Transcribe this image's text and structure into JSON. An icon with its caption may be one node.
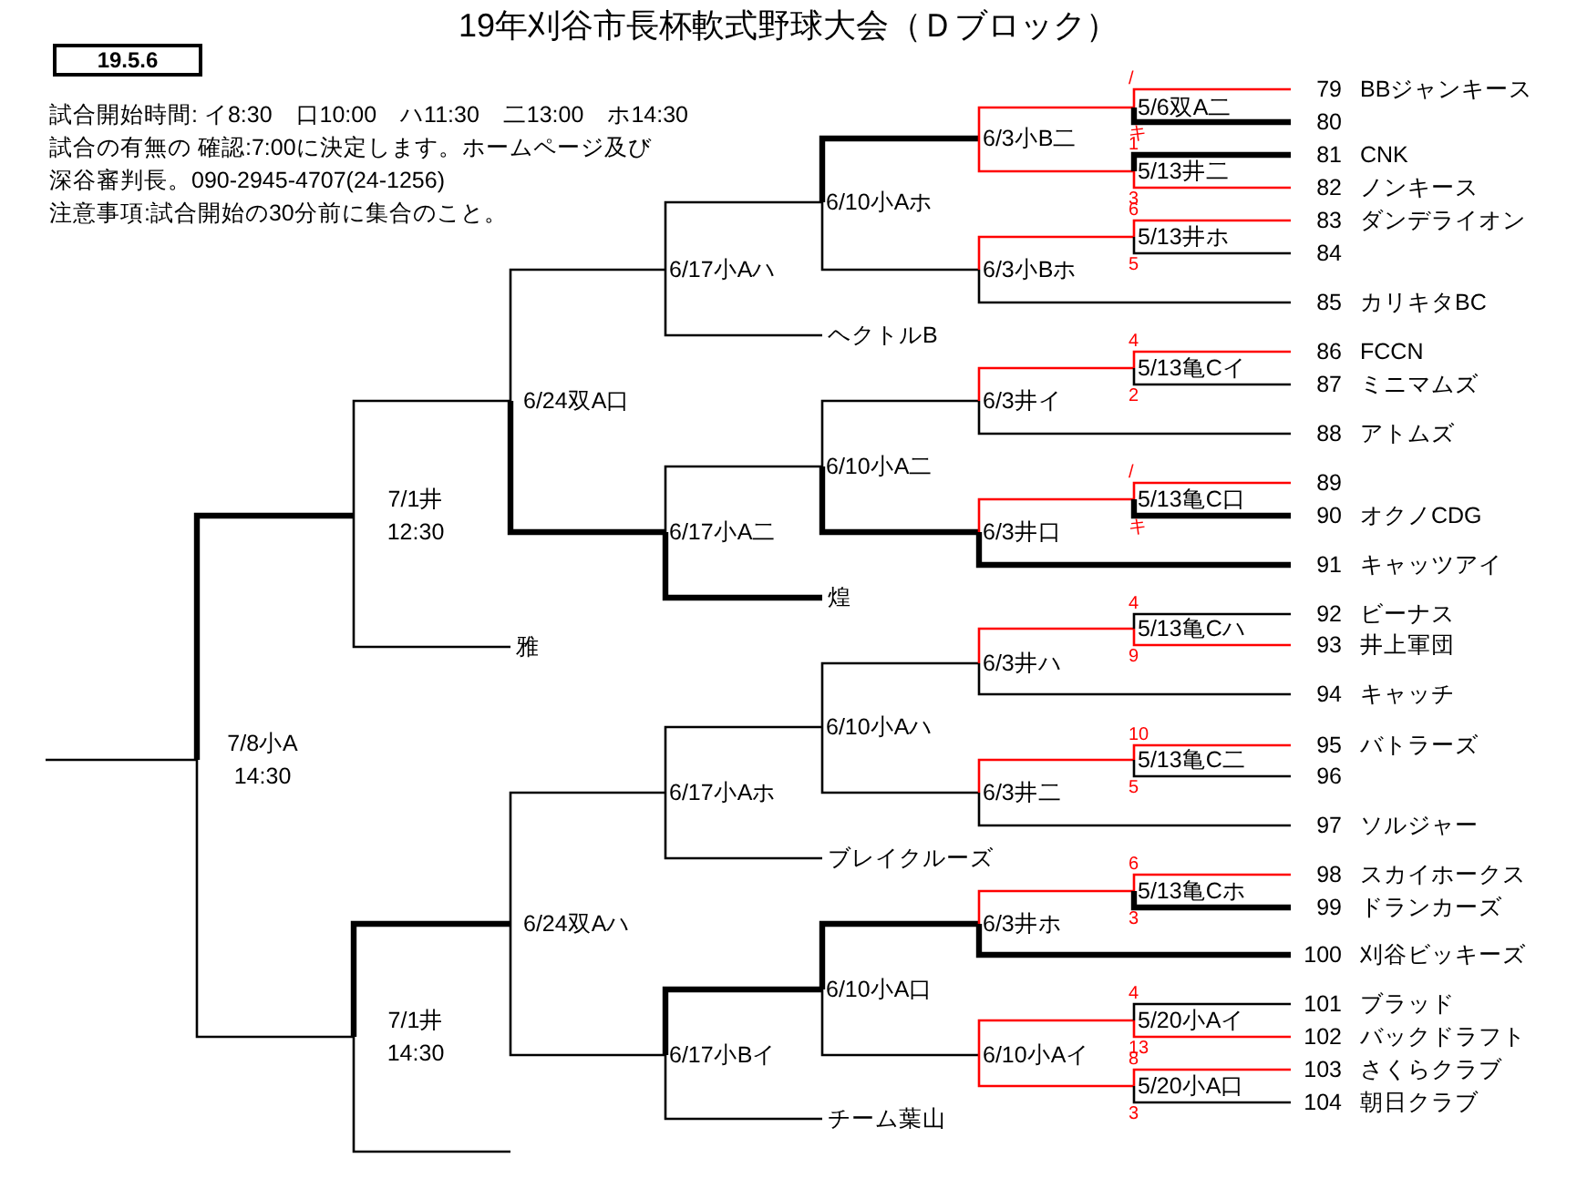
{
  "diagram": {
    "title": "19年刈谷市長杯軟式野球大会（Ｄブロック）",
    "nodes": [
      {
        "text": [
          "7/8小A",
          "14:30"
        ]
      },
      {
        "text": [
          "7/1井",
          "12:30"
        ]
      },
      {
        "text": [
          "6/24双A口"
        ]
      },
      {
        "text": [
          "6/17小Aハ"
        ]
      },
      {
        "text": [
          "6/10小Aホ"
        ]
      },
      {
        "text": [
          "6/3小B二"
        ]
      },
      {
        "text": [
          "5/6双A二"
        ],
        "beside": [
          "/",
          "キ"
        ]
      },
      {
        "text": [
          "79",
          "BBジャンキース"
        ]
      },
      {
        "text": [
          "80"
        ]
      },
      {
        "text": [
          "5/13井二"
        ],
        "beside": [
          "1",
          "3"
        ]
      },
      {
        "text": [
          "81",
          "CNK"
        ]
      },
      {
        "text": [
          "82",
          "ノンキース"
        ]
      },
      {
        "text": [
          "6/3小Bホ"
        ]
      },
      {
        "text": [
          "5/13井ホ"
        ],
        "beside": [
          "6",
          "5"
        ]
      },
      {
        "text": [
          "83",
          "ダンデライオン"
        ]
      },
      {
        "text": [
          "84"
        ]
      },
      {
        "text": [
          "85",
          "カリキタBC"
        ]
      },
      {
        "text": [
          "ヘクトルB"
        ]
      },
      {
        "text": [
          "6/17小A二"
        ]
      },
      {
        "text": [
          "6/10小A二"
        ]
      },
      {
        "text": [
          "6/3井イ"
        ]
      },
      {
        "text": [
          "5/13亀Cイ"
        ],
        "beside": [
          "4",
          "2"
        ]
      },
      {
        "text": [
          "86",
          "FCCN"
        ]
      },
      {
        "text": [
          "87",
          "ミニマムズ"
        ]
      },
      {
        "text": [
          "88",
          "アトムズ"
        ]
      },
      {
        "text": [
          "6/3井口"
        ]
      },
      {
        "text": [
          "5/13亀C口"
        ],
        "beside": [
          "/",
          "キ"
        ]
      },
      {
        "text": [
          "89"
        ]
      },
      {
        "text": [
          "90",
          "オクノCDG"
        ]
      },
      {
        "text": [
          "91",
          "キャッツアイ"
        ]
      },
      {
        "text": [
          "煌"
        ]
      },
      {
        "text": [
          "雅"
        ]
      },
      {
        "text": [
          "7/1井",
          "14:30"
        ]
      },
      {
        "text": [
          "6/24双Aハ"
        ]
      },
      {
        "text": [
          "6/17小Aホ"
        ]
      },
      {
        "text": [
          "6/10小Aハ"
        ]
      },
      {
        "text": [
          "6/3井ハ"
        ]
      },
      {
        "text": [
          "5/13亀Cハ"
        ],
        "beside": [
          "4",
          "9"
        ]
      },
      {
        "text": [
          "92",
          "ビーナス"
        ]
      },
      {
        "text": [
          "93",
          "井上軍団"
        ]
      },
      {
        "text": [
          "94",
          "キャッチ"
        ]
      },
      {
        "text": [
          "6/3井二"
        ]
      },
      {
        "text": [
          "5/13亀C二"
        ],
        "beside": [
          "10",
          "5"
        ]
      },
      {
        "text": [
          "95",
          "バトラーズ"
        ]
      },
      {
        "text": [
          "96"
        ]
      },
      {
        "text": [
          "97",
          "ソルジャー"
        ]
      },
      {
        "text": [
          "ブレイクルーズ"
        ]
      },
      {
        "text": [
          "6/17小Bイ"
        ]
      },
      {
        "text": [
          "6/10小A口"
        ]
      },
      {
        "text": [
          "6/3井ホ"
        ]
      },
      {
        "text": [
          "5/13亀Cホ"
        ],
        "beside": [
          "6",
          "3"
        ]
      },
      {
        "text": [
          "98",
          "スカイホークス"
        ]
      },
      {
        "text": [
          "99",
          "ドランカーズ"
        ]
      },
      {
        "text": [
          "100",
          "刈谷ビッキーズ"
        ]
      },
      {
        "text": [
          "6/10小Aイ"
        ]
      },
      {
        "text": [
          "5/20小Aイ"
        ],
        "beside": [
          "4",
          "13"
        ]
      },
      {
        "text": [
          "101",
          "ブラッド"
        ]
      },
      {
        "text": [
          "102",
          "バックドラフト"
        ]
      },
      {
        "text": [
          "5/20小A口"
        ],
        "beside": [
          "8",
          "3"
        ]
      },
      {
        "text": [
          "103",
          "さくらクラブ"
        ]
      },
      {
        "text": [
          "104",
          "朝日クラブ"
        ]
      },
      {
        "text": [
          "チーム葉山"
        ]
      }
    ],
    "edges": [
      {
        "from": 0,
        "to": null,
        "arrow": "none"
      },
      {
        "from": 1,
        "to": 0,
        "arrow": "none",
        "style": "thick"
      },
      {
        "from": 32,
        "to": 0,
        "arrow": "none"
      },
      {
        "from": 2,
        "to": 1,
        "arrow": "none"
      },
      {
        "from": 31,
        "to": 1,
        "arrow": "none"
      },
      {
        "from": 3,
        "to": 2,
        "arrow": "none"
      },
      {
        "from": 18,
        "to": 2,
        "arrow": "none",
        "style": "thick"
      },
      {
        "from": 4,
        "to": 3,
        "arrow": "none"
      },
      {
        "from": 17,
        "to": 3,
        "arrow": "none"
      },
      {
        "from": 5,
        "to": 4,
        "arrow": "none",
        "style": "thick"
      },
      {
        "from": 12,
        "to": 4,
        "arrow": "none"
      },
      {
        "from": 6,
        "to": 5,
        "arrow": "none",
        "color": "#ff0000"
      },
      {
        "from": 9,
        "to": 5,
        "arrow": "none",
        "color": "#ff0000"
      },
      {
        "from": 7,
        "to": 6,
        "arrow": "none",
        "color": "#ff0000"
      },
      {
        "from": 8,
        "to": 6,
        "arrow": "none",
        "style": "thick"
      },
      {
        "from": 10,
        "to": 9,
        "arrow": "none",
        "style": "thick"
      },
      {
        "from": 11,
        "to": 9,
        "arrow": "none",
        "color": "#ff0000"
      },
      {
        "from": 13,
        "to": 12,
        "arrow": "none",
        "color": "#ff0000"
      },
      {
        "from": 16,
        "to": 12,
        "arrow": "none"
      },
      {
        "from": 14,
        "to": 13,
        "arrow": "none",
        "color": "#ff0000"
      },
      {
        "from": 15,
        "to": 13,
        "arrow": "none"
      },
      {
        "from": 19,
        "to": 18,
        "arrow": "none"
      },
      {
        "from": 30,
        "to": 18,
        "arrow": "none",
        "style": "thick"
      },
      {
        "from": 20,
        "to": 19,
        "arrow": "none"
      },
      {
        "from": 25,
        "to": 19,
        "arrow": "none",
        "style": "thick"
      },
      {
        "from": 21,
        "to": 20,
        "arrow": "none",
        "color": "#ff0000"
      },
      {
        "from": 24,
        "to": 20,
        "arrow": "none"
      },
      {
        "from": 22,
        "to": 21,
        "arrow": "none",
        "color": "#ff0000"
      },
      {
        "from": 23,
        "to": 21,
        "arrow": "none"
      },
      {
        "from": 26,
        "to": 25,
        "arrow": "none",
        "color": "#ff0000"
      },
      {
        "from": 29,
        "to": 25,
        "arrow": "none",
        "style": "thick"
      },
      {
        "from": 27,
        "to": 26,
        "arrow": "none",
        "color": "#ff0000"
      },
      {
        "from": 28,
        "to": 26,
        "arrow": "none",
        "style": "thick"
      },
      {
        "from": 33,
        "to": 32,
        "arrow": "none",
        "style": "thick"
      },
      {
        "from": null,
        "to": 32,
        "arrow": "none"
      },
      {
        "from": 34,
        "to": 33,
        "arrow": "none"
      },
      {
        "from": 47,
        "to": 33,
        "arrow": "none"
      },
      {
        "from": 35,
        "to": 34,
        "arrow": "none"
      },
      {
        "from": 46,
        "to": 34,
        "arrow": "none"
      },
      {
        "from": 36,
        "to": 35,
        "arrow": "none"
      },
      {
        "from": 41,
        "to": 35,
        "arrow": "none"
      },
      {
        "from": 37,
        "to": 36,
        "arrow": "none",
        "color": "#ff0000"
      },
      {
        "from": 40,
        "to": 36,
        "arrow": "none"
      },
      {
        "from": 38,
        "to": 37,
        "arrow": "none"
      },
      {
        "from": 39,
        "to": 37,
        "arrow": "none",
        "color": "#ff0000"
      },
      {
        "from": 42,
        "to": 41,
        "arrow": "none",
        "color": "#ff0000"
      },
      {
        "from": 45,
        "to": 41,
        "arrow": "none"
      },
      {
        "from": 43,
        "to": 42,
        "arrow": "none",
        "color": "#ff0000"
      },
      {
        "from": 44,
        "to": 42,
        "arrow": "none"
      },
      {
        "from": 48,
        "to": 47,
        "arrow": "none",
        "style": "thick"
      },
      {
        "from": 61,
        "to": 47,
        "arrow": "none"
      },
      {
        "from": 49,
        "to": 48,
        "arrow": "none",
        "style": "thick"
      },
      {
        "from": 54,
        "to": 48,
        "arrow": "none"
      },
      {
        "from": 50,
        "to": 49,
        "arrow": "none",
        "color": "#ff0000"
      },
      {
        "from": 53,
        "to": 49,
        "arrow": "none",
        "style": "thick"
      },
      {
        "from": 51,
        "to": 50,
        "arrow": "none",
        "color": "#ff0000"
      },
      {
        "from": 52,
        "to": 50,
        "arrow": "none",
        "style": "thick"
      },
      {
        "from": 55,
        "to": 54,
        "arrow": "none",
        "color": "#ff0000"
      },
      {
        "from": 58,
        "to": 54,
        "arrow": "none",
        "color": "#ff0000"
      },
      {
        "from": 56,
        "to": 55,
        "arrow": "none"
      },
      {
        "from": 57,
        "to": 55,
        "arrow": "none",
        "color": "#ff0000"
      },
      {
        "from": 59,
        "to": 58,
        "arrow": "none",
        "color": "#ff0000"
      },
      {
        "from": 60,
        "to": 58,
        "arrow": "none"
      }
    ],
    "labels": [
      "19.5.6",
      "試合開始時間: イ8:30　口10:00　ハ11:30　二13:00　ホ14:30",
      "試合の有無の 確認:7:00に決定します。ホームページ及び",
      "深谷審判長。090-2945-4707(24-1256)",
      "注意事項:試合開始の30分前に集合のこと。"
    ]
  }
}
